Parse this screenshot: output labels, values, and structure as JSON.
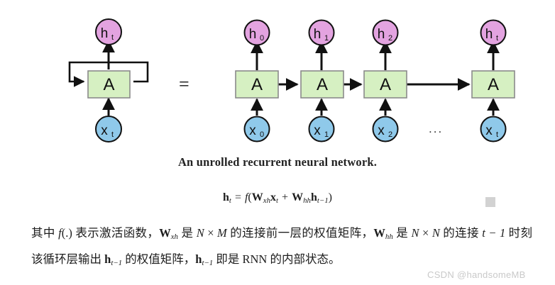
{
  "figure": {
    "caption": "An unrolled recurrent neural network.",
    "equals_sign": "=",
    "ellipsis": "...",
    "colors": {
      "hidden_state_circle": "#e3a3e0",
      "input_circle": "#8fc9ea",
      "cell_box": "#d6f0c2",
      "cell_border": "#8a8a8a",
      "stroke": "#111111",
      "gray_square": "#d2d2d2",
      "watermark": "#c9c9c9"
    },
    "folded": {
      "output_label": "h",
      "output_sub": "t",
      "cell_label": "A",
      "input_label": "x",
      "input_sub": "t"
    },
    "unrolled_steps": [
      {
        "output_label": "h",
        "output_sub": "0",
        "cell_label": "A",
        "input_label": "x",
        "input_sub": "0"
      },
      {
        "output_label": "h",
        "output_sub": "1",
        "cell_label": "A",
        "input_label": "x",
        "input_sub": "1"
      },
      {
        "output_label": "h",
        "output_sub": "2",
        "cell_label": "A",
        "input_label": "x",
        "input_sub": "2"
      },
      {
        "output_label": "h",
        "output_sub": "t",
        "cell_label": "A",
        "input_label": "x",
        "input_sub": "t"
      }
    ]
  },
  "equation": {
    "lhs_var": "h",
    "lhs_sub": "t",
    "equals": "=",
    "function": "f",
    "open_paren": "(",
    "w1": "W",
    "w1_sub": "xh",
    "x": "x",
    "x_sub": "t",
    "plus": "+",
    "w2": "W",
    "w2_sub": "hh",
    "h": "h",
    "h_sub": "t−1",
    "close_paren": ")"
  },
  "paragraph": {
    "seg1": "其中 ",
    "f": "f",
    "seg2": "(.) 表示激活函数，",
    "w_xh": "W",
    "w_xh_sub": "xh",
    "seg3": " 是 ",
    "n1": "N",
    "times1": " × ",
    "m1": "M",
    "seg4": " 的连接前一层的权值矩阵，",
    "w_hh": "W",
    "w_hh_sub": "hh",
    "seg5": " 是 ",
    "n2": "N",
    "times2": " × ",
    "n3": "N",
    "seg6": " 的连接 ",
    "t_minus": "t − 1",
    "seg7": " 时刻该循环层输出 ",
    "h_tm1_a": "h",
    "h_tm1_a_sub": "t−1",
    "seg8": " 的权值矩阵，",
    "h_tm1_b": "h",
    "h_tm1_b_sub": "t−1",
    "seg9": " 即是 RNN 的内部状态。"
  },
  "watermark": {
    "text": "CSDN @handsomeMB"
  }
}
